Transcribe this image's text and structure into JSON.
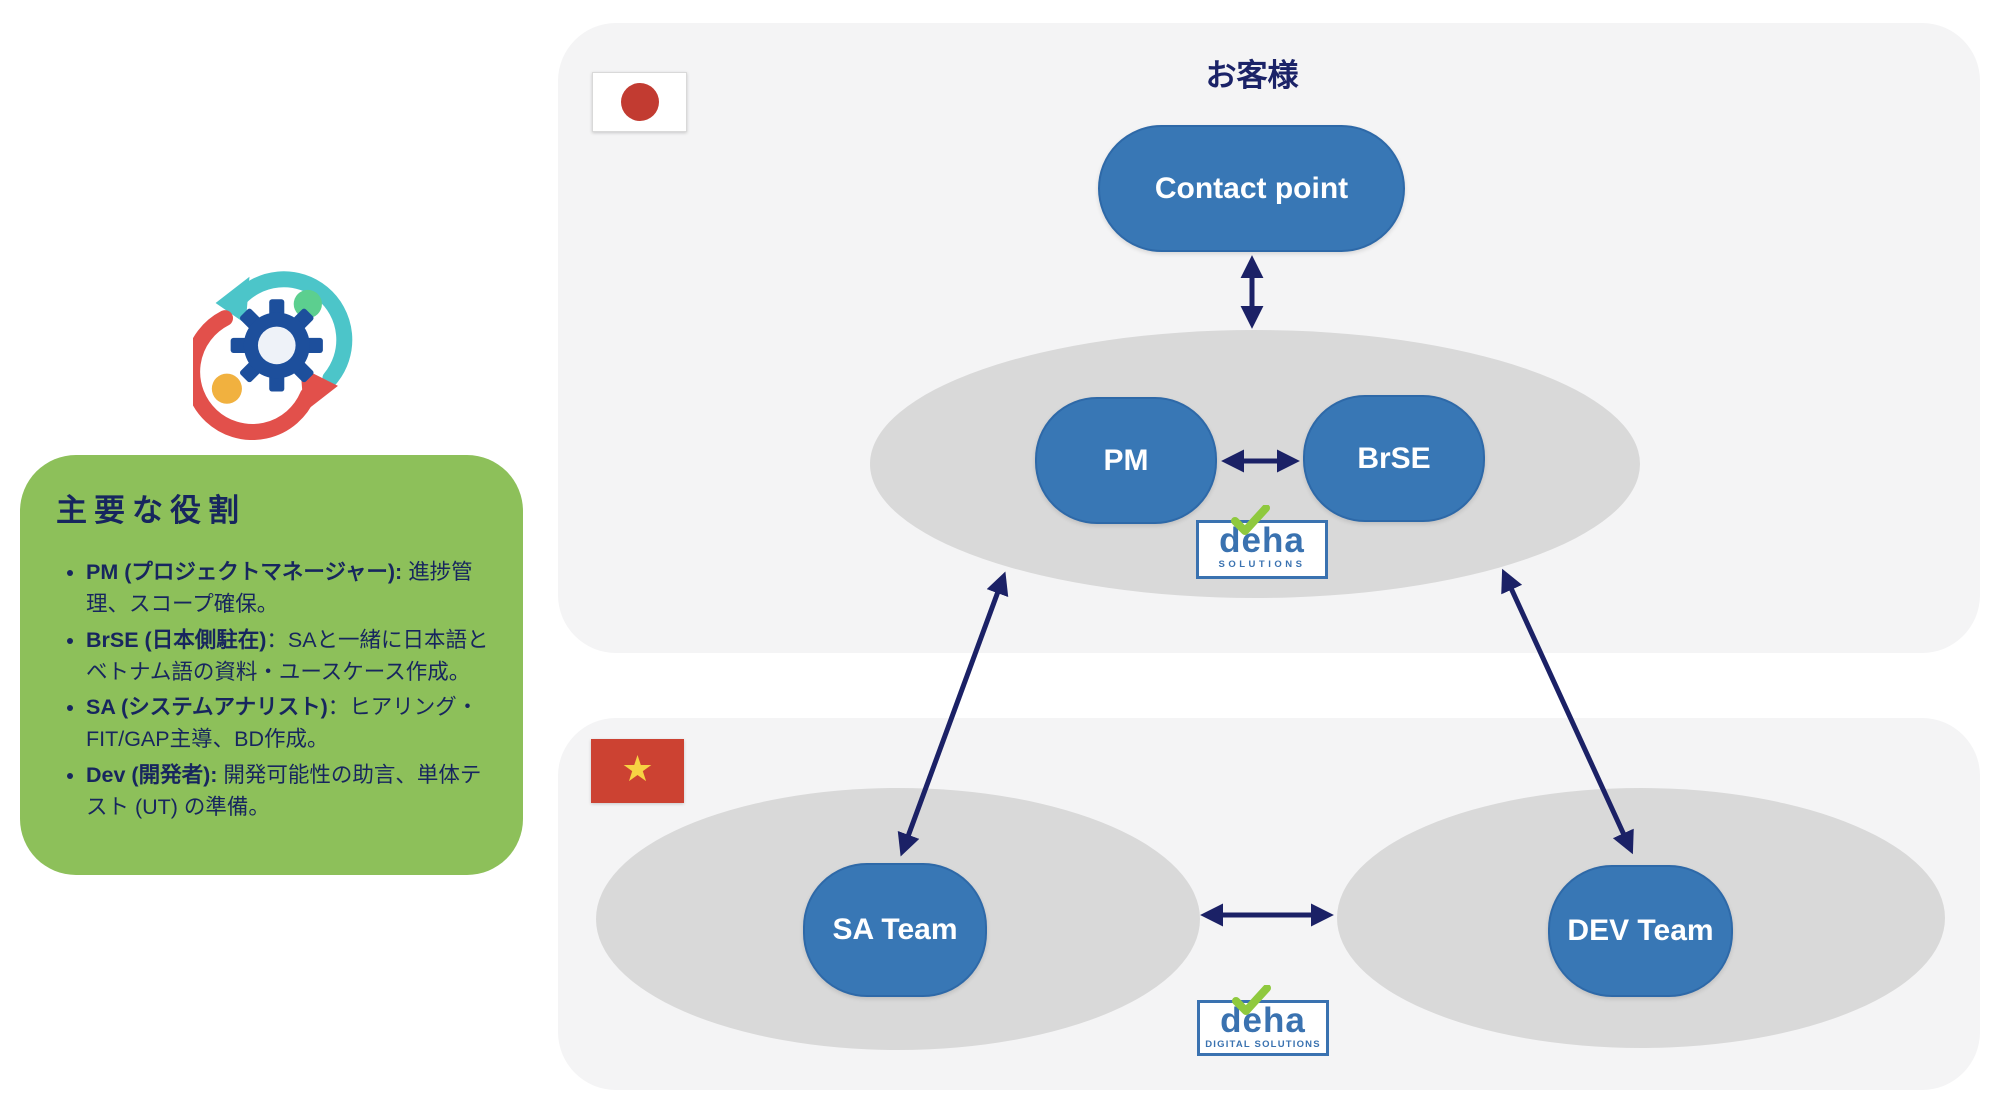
{
  "colors": {
    "pill_blue": "#3877b5",
    "panel_gray": "#f4f4f5",
    "ellipse_gray": "#d9d9d9",
    "roles_box_green": "#8dc05a",
    "arrow_navy": "#1b2166",
    "logo_blue": "#3a72b0",
    "check_green": "#8fc93e",
    "japan_flag_red": "#c23b31",
    "vietnam_flag_red": "#cc4232",
    "vietnam_star_yellow": "#f7d343"
  },
  "roles_box": {
    "title": "主要な役割",
    "bullets": [
      {
        "lead": "PM (プロジェクトマネージャー):",
        "rest": " 進捗管理、スコープ確保。"
      },
      {
        "lead": "BrSE (日本側駐在)",
        "rest": "：SAと一緒に日本語とベトナム語の資料・ユースケース作成。"
      },
      {
        "lead": "SA (システムアナリスト)",
        "rest": "：ヒアリング・FIT/GAP主導、BD作成。"
      },
      {
        "lead": "Dev (開発者):",
        "rest": " 開発可能性の助言、単体テスト (UT) の準備。"
      }
    ]
  },
  "japan_zone": {
    "customer_label": "お客様",
    "contact_point": "Contact point",
    "pm": "PM",
    "brse": "BrSE",
    "logo_word": "deha",
    "logo_sub": "SOLUTIONS"
  },
  "vietnam_zone": {
    "sa_team": "SA Team",
    "dev_team": "DEV Team",
    "logo_word": "deha",
    "logo_sub": "DIGITAL SOLUTIONS"
  }
}
